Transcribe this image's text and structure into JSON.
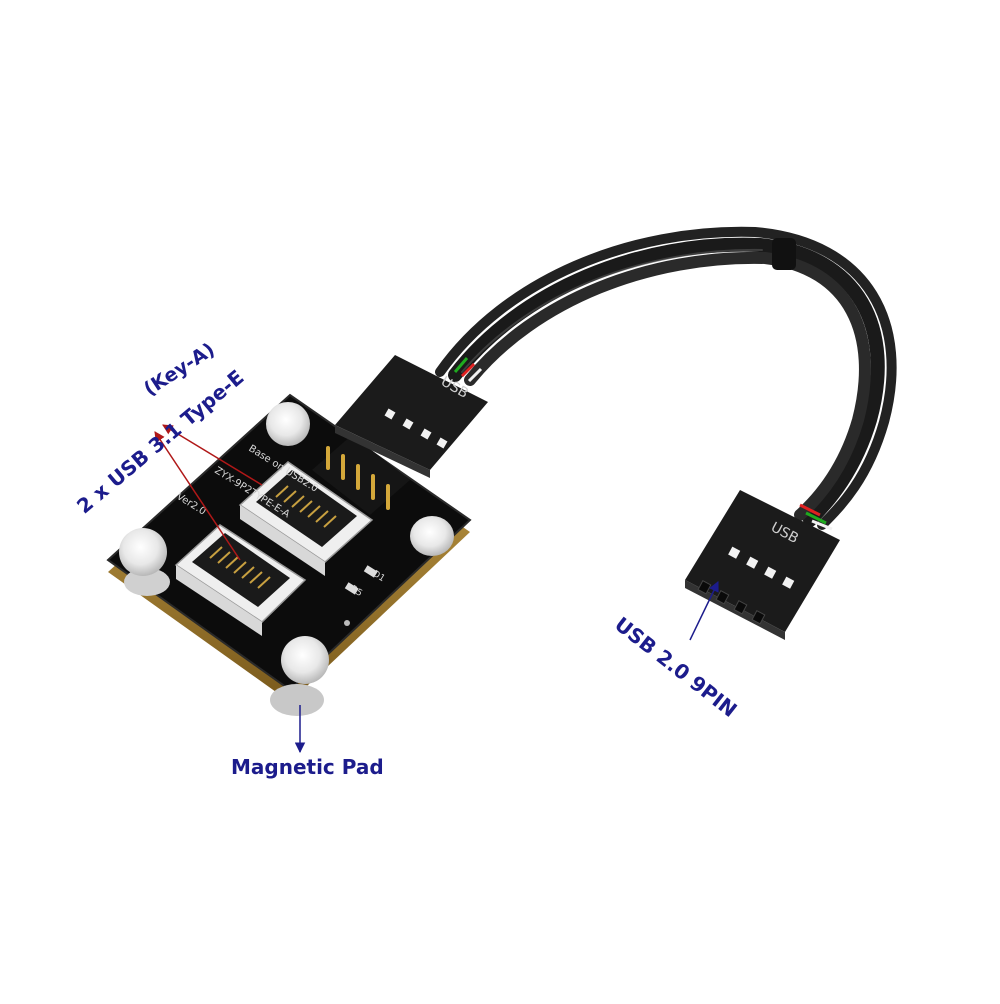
{
  "annotations": {
    "key_label": "(Key-A)",
    "type_e_label": "2 x USB 3.1 Type-E",
    "pad_label": "Magnetic Pad",
    "usb2_label": "USB 2.0 9PIN"
  },
  "board_print": {
    "line1": "Base on USB2.0",
    "line2": "ZYX-9P2TYPE-E-A",
    "line3": "Ver2.0",
    "d1": "D1",
    "r5": "R5"
  },
  "connector_print": {
    "board_header": "USB",
    "cable_header": "USB"
  },
  "colors": {
    "annotation_text": "#1c1c8c",
    "arrow_red": "#b01818",
    "arrow_blue": "#1c1c8c",
    "pcb": "#0c0c0c",
    "connector_white": "#f0f0f0"
  }
}
